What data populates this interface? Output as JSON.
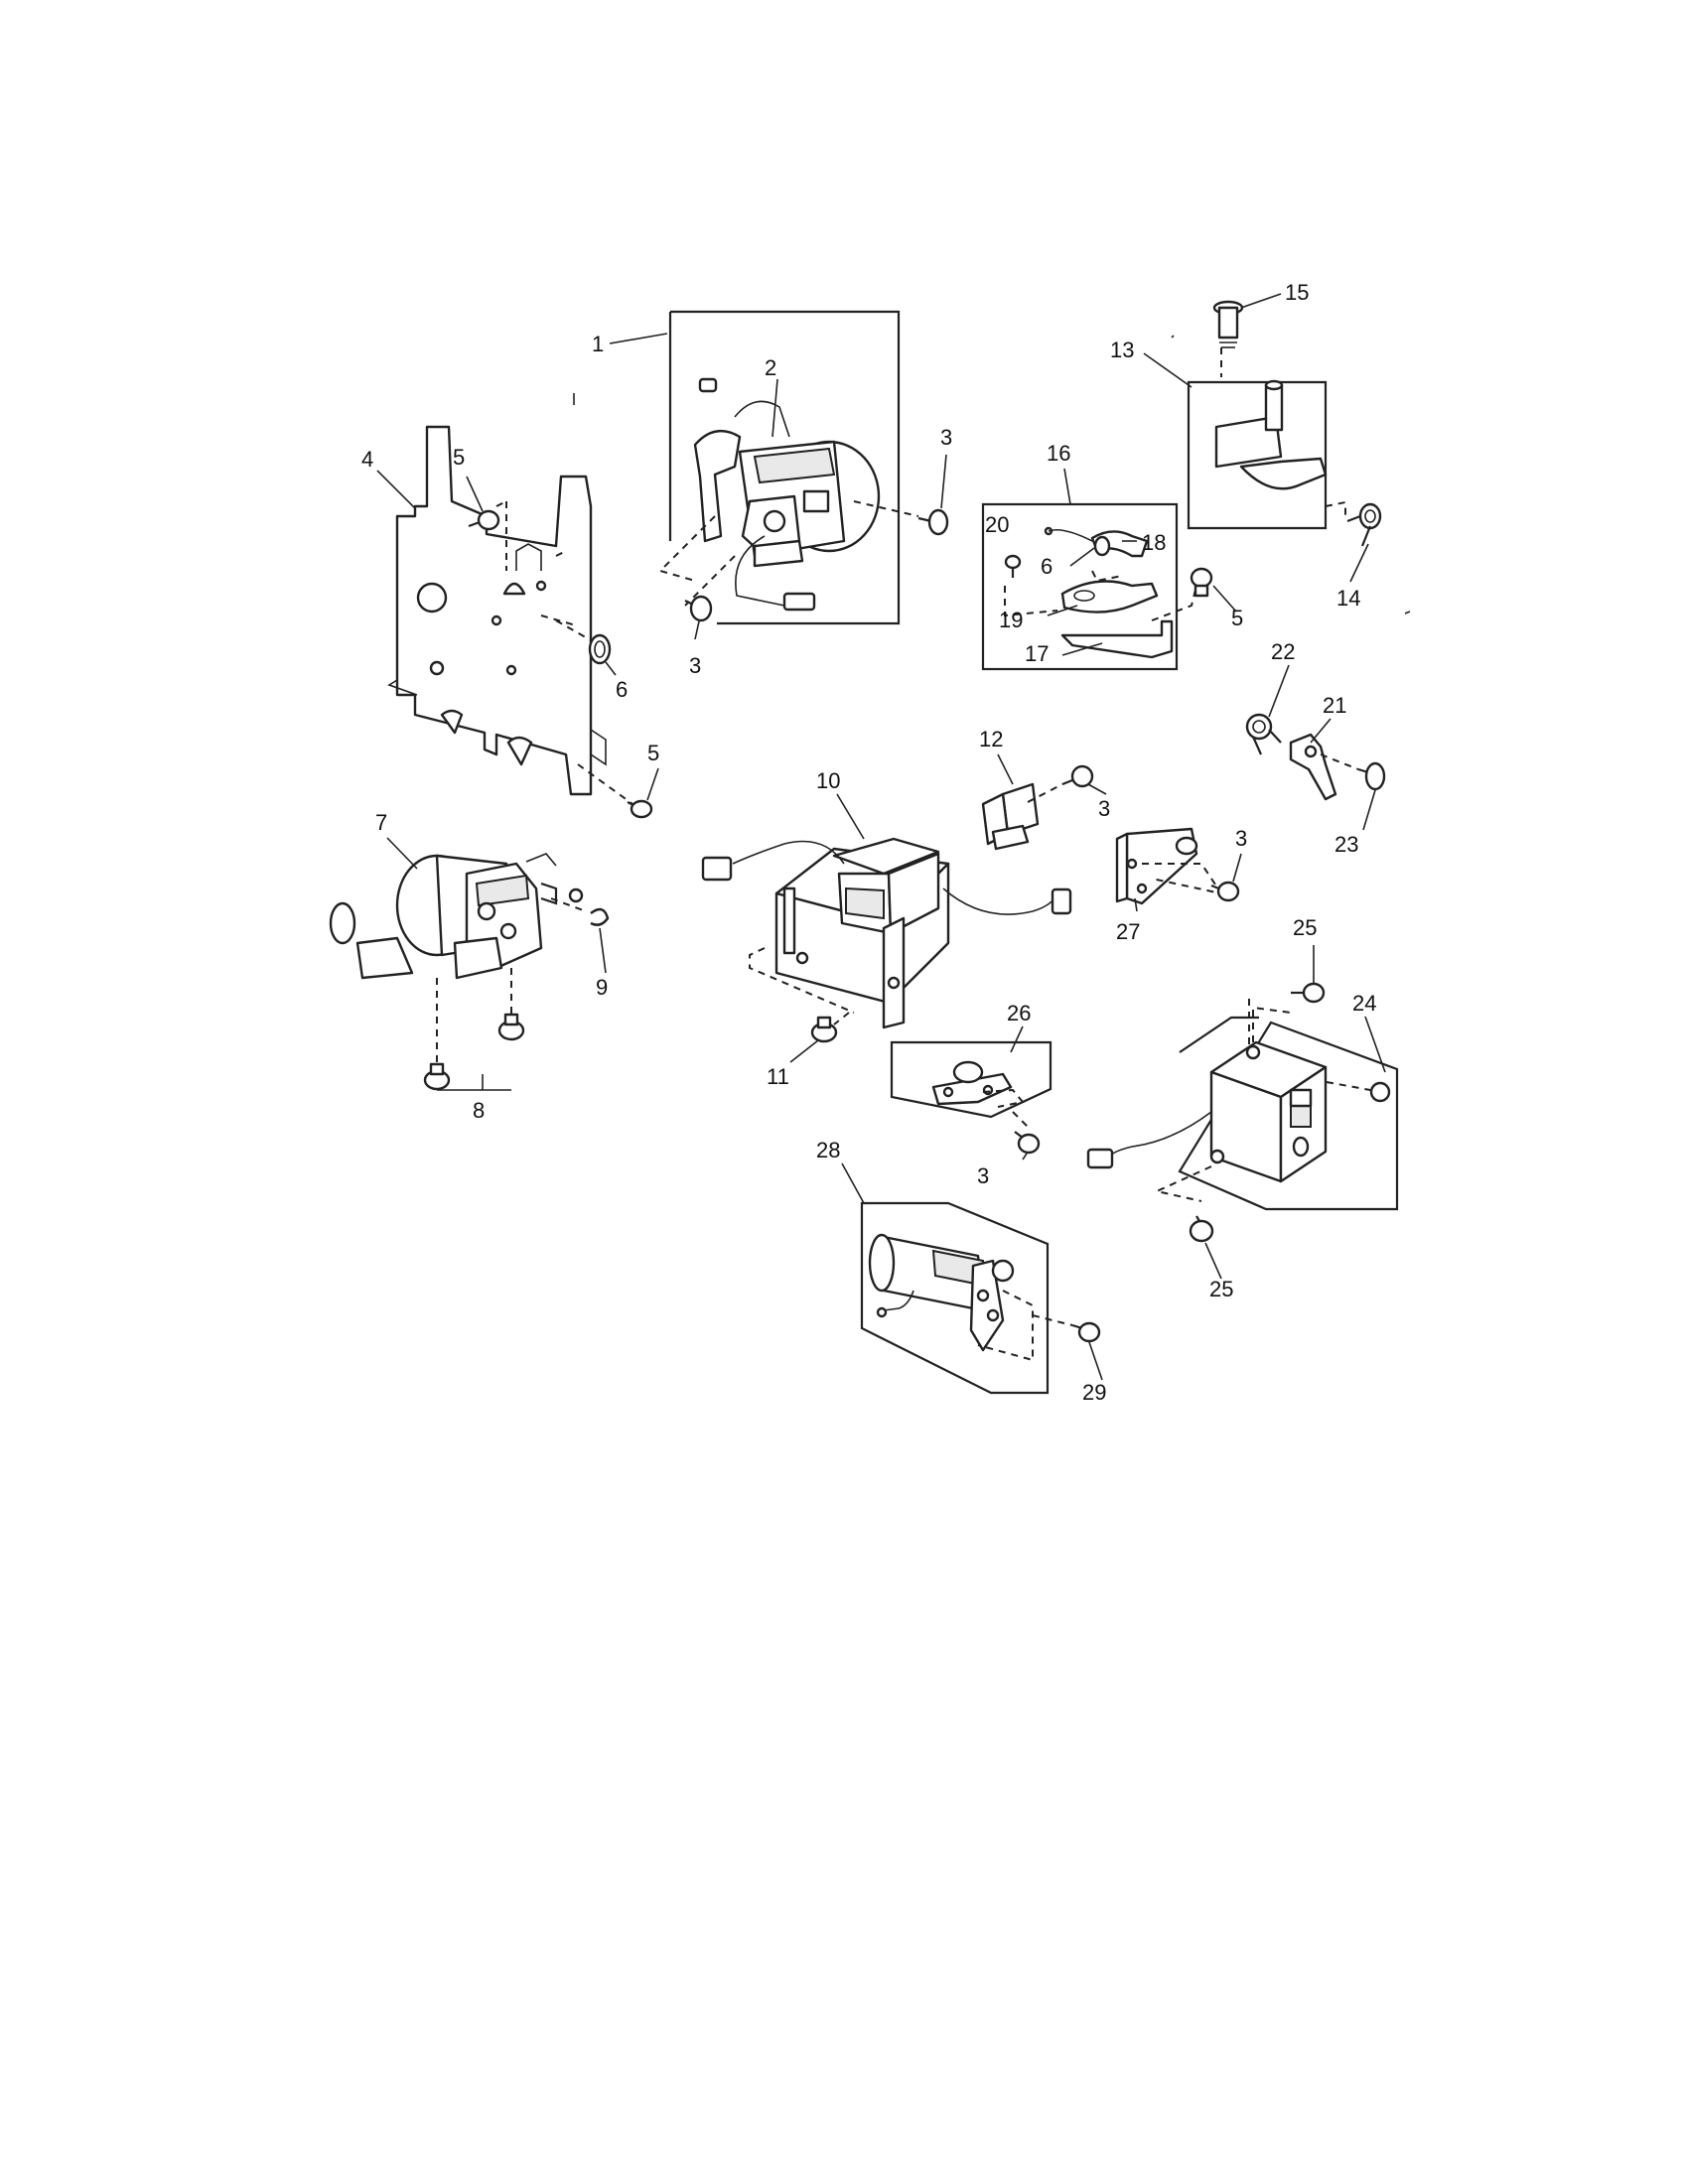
{
  "diagram": {
    "callouts": [
      {
        "id": "c1",
        "text": "1"
      },
      {
        "id": "c2",
        "text": "2"
      },
      {
        "id": "c3a",
        "text": "3"
      },
      {
        "id": "c3b",
        "text": "3"
      },
      {
        "id": "c4",
        "text": "4"
      },
      {
        "id": "c5a",
        "text": "5"
      },
      {
        "id": "c6a",
        "text": "6"
      },
      {
        "id": "c5b",
        "text": "5"
      },
      {
        "id": "c7",
        "text": "7"
      },
      {
        "id": "c9",
        "text": "9"
      },
      {
        "id": "c8",
        "text": "8"
      },
      {
        "id": "c10",
        "text": "10"
      },
      {
        "id": "c11",
        "text": "11"
      },
      {
        "id": "c12",
        "text": "12"
      },
      {
        "id": "c3c",
        "text": "3"
      },
      {
        "id": "c3d",
        "text": "3"
      },
      {
        "id": "c27",
        "text": "27"
      },
      {
        "id": "c16",
        "text": "16"
      },
      {
        "id": "c20",
        "text": "20"
      },
      {
        "id": "c18",
        "text": "18"
      },
      {
        "id": "c6b",
        "text": "6"
      },
      {
        "id": "c19",
        "text": "19"
      },
      {
        "id": "c17",
        "text": "17"
      },
      {
        "id": "c5c",
        "text": "5"
      },
      {
        "id": "c15",
        "text": "15"
      },
      {
        "id": "c13",
        "text": "13"
      },
      {
        "id": "c14",
        "text": "14"
      },
      {
        "id": "c22",
        "text": "22"
      },
      {
        "id": "c21",
        "text": "21"
      },
      {
        "id": "c23",
        "text": "23"
      },
      {
        "id": "c26",
        "text": "26"
      },
      {
        "id": "c3e",
        "text": "3"
      },
      {
        "id": "c25a",
        "text": "25"
      },
      {
        "id": "c24",
        "text": "24"
      },
      {
        "id": "c25b",
        "text": "25"
      },
      {
        "id": "c28",
        "text": "28"
      },
      {
        "id": "c29",
        "text": "29"
      }
    ]
  }
}
